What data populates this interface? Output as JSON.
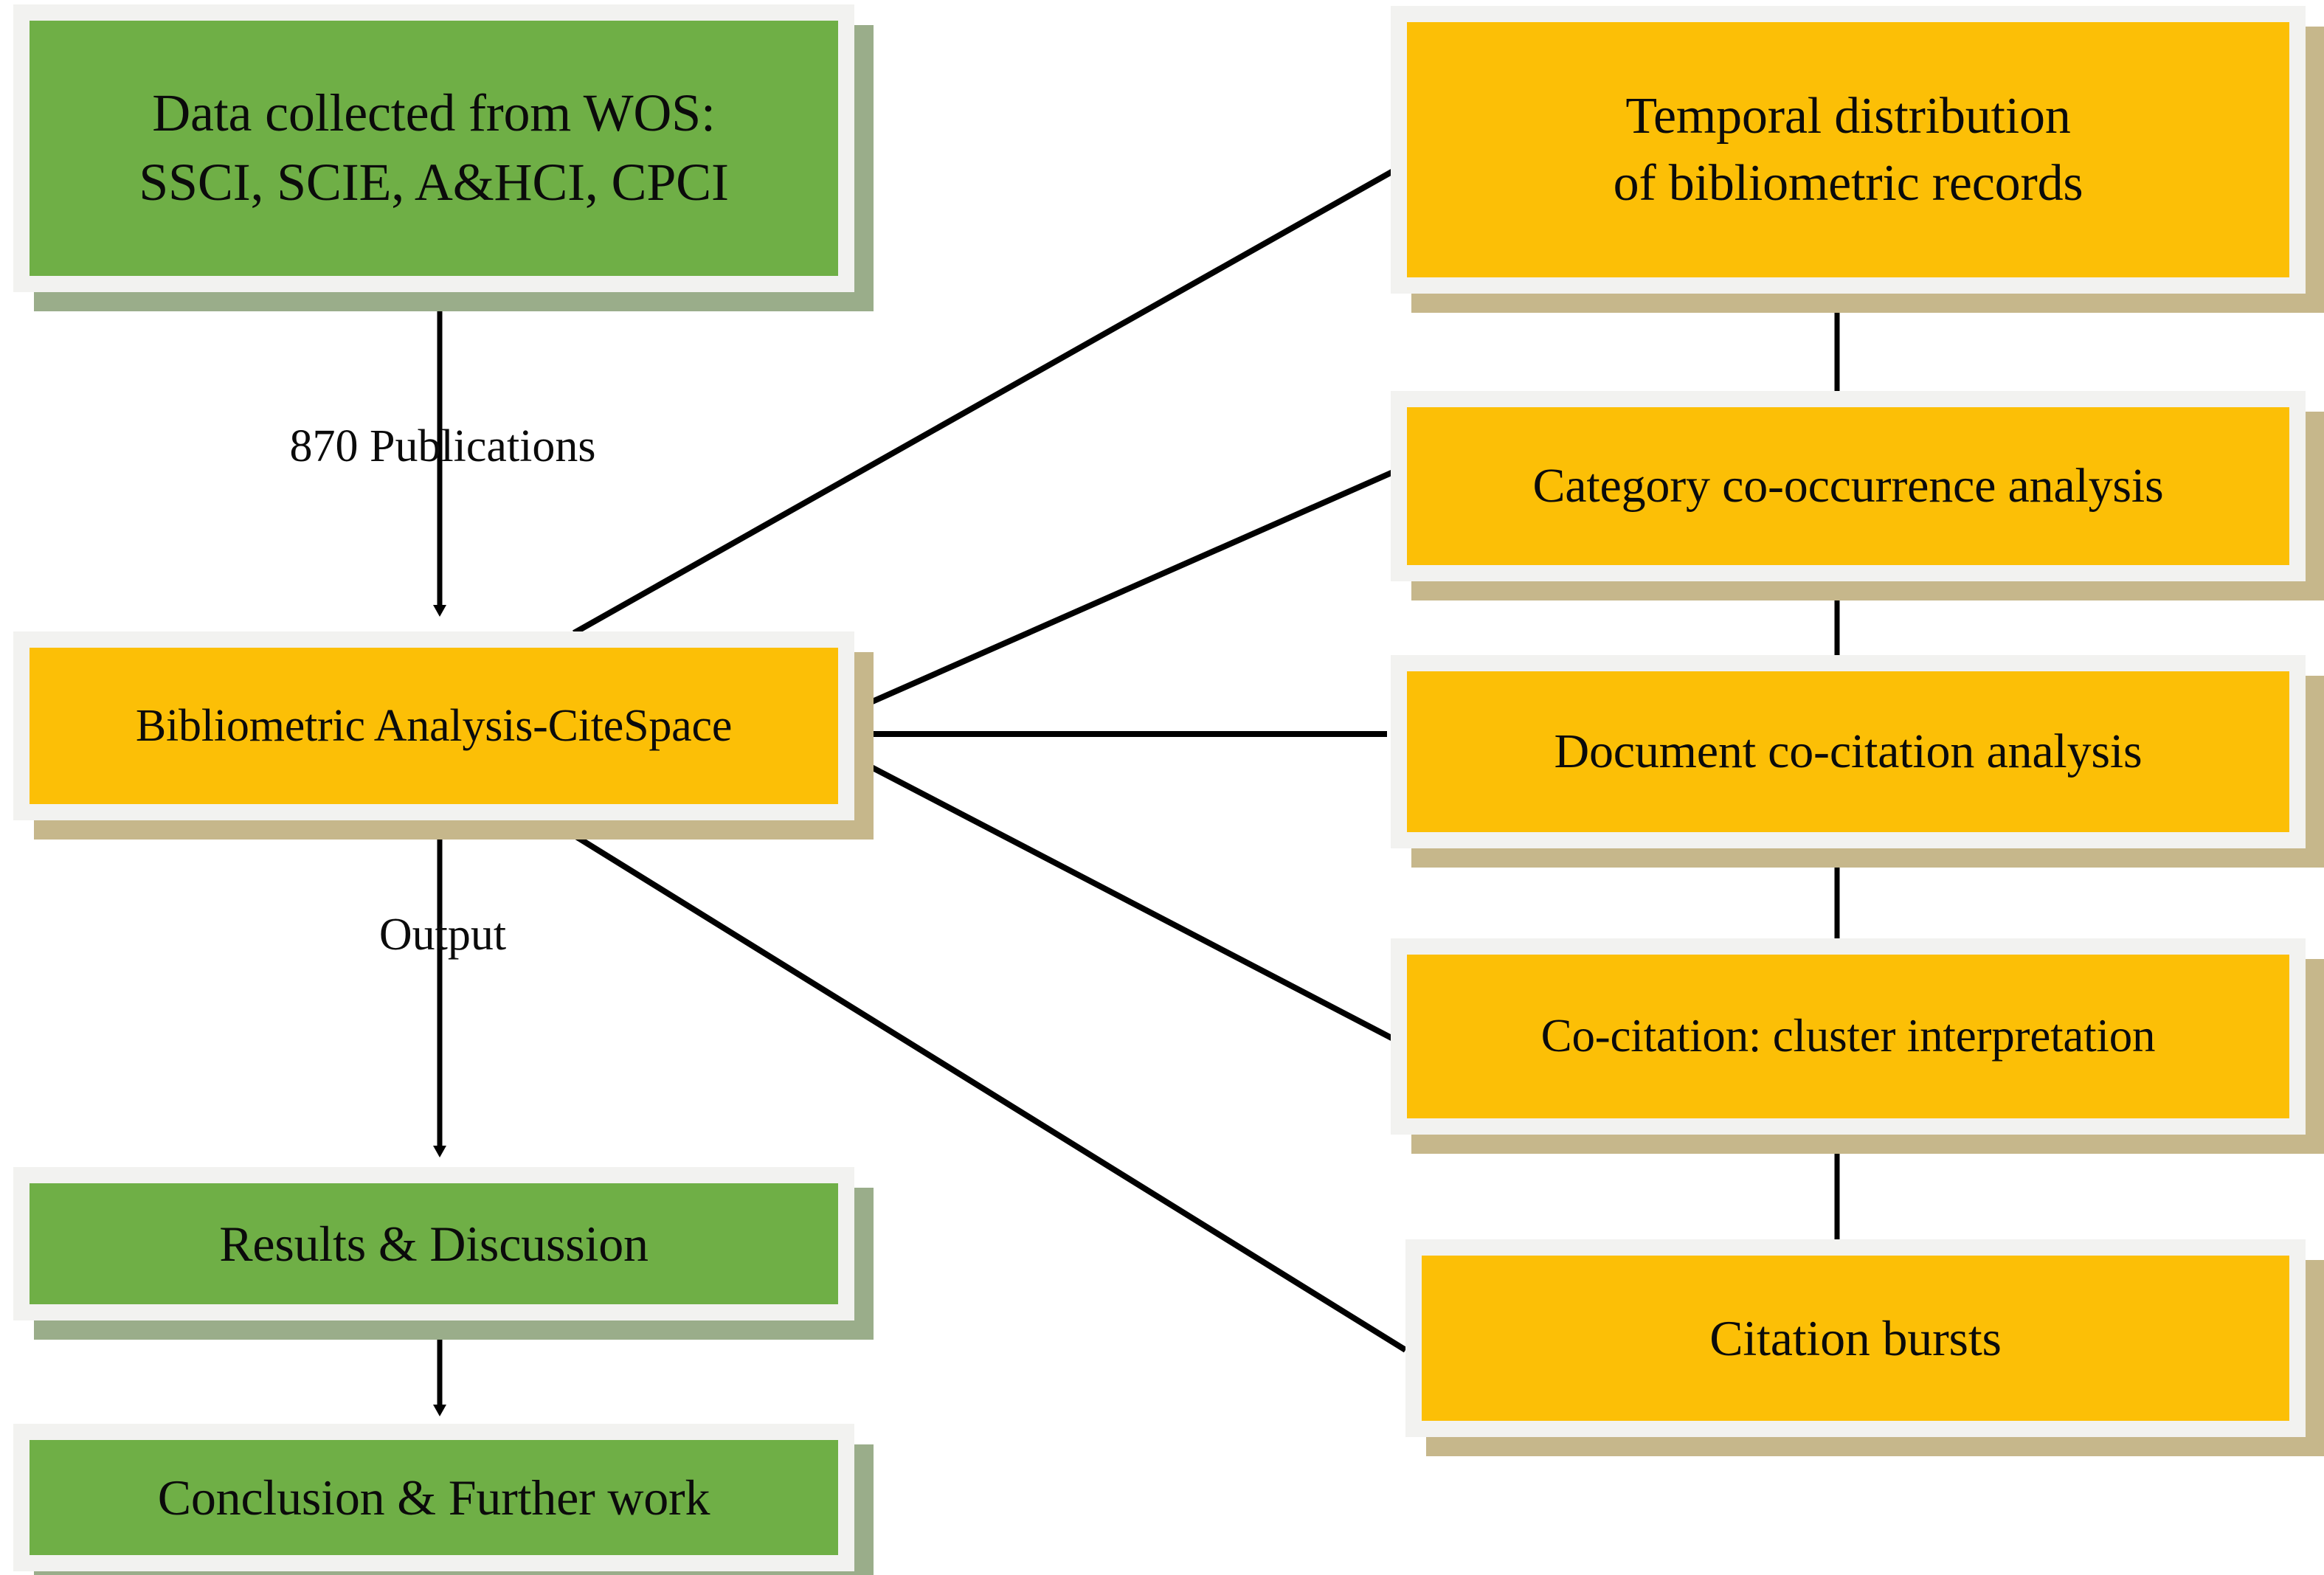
{
  "diagram": {
    "title": "Bibliometric analysis research framework",
    "colors": {
      "green_fill": "#6FAF46",
      "yellow_fill": "#FCBF06",
      "frame": "#F2F2F0",
      "green_shadow": "#9AAD8A",
      "yellow_shadow": "#C6B78B",
      "connector": "#000000",
      "background": "#FFFFFF"
    },
    "nodes": {
      "data_source": {
        "line1": "Data collected from WOS:",
        "line2": "SSCI, SCIE, A&HCI, CPCI",
        "color": "green"
      },
      "bibliometric_analysis": {
        "line1": "Bibliometric Analysis-CiteSpace",
        "color": "yellow"
      },
      "results_discussion": {
        "line1": "Results & Discussion",
        "color": "green"
      },
      "conclusion": {
        "line1": "Conclusion & Further work",
        "color": "green"
      },
      "temporal_distribution": {
        "line1": "Temporal distribution",
        "line2": "of bibliometric records",
        "color": "yellow"
      },
      "category_cooccurrence": {
        "line1": "Category co-occurrence analysis",
        "color": "yellow"
      },
      "document_cocitation": {
        "line1": "Document co-citation analysis",
        "color": "yellow"
      },
      "cocitation_cluster": {
        "line1": "Co-citation: cluster  interpretation",
        "color": "yellow"
      },
      "citation_bursts": {
        "line1": "Citation bursts",
        "color": "yellow"
      }
    },
    "edge_labels": {
      "publications": "870 Publications",
      "output": "Output"
    }
  }
}
